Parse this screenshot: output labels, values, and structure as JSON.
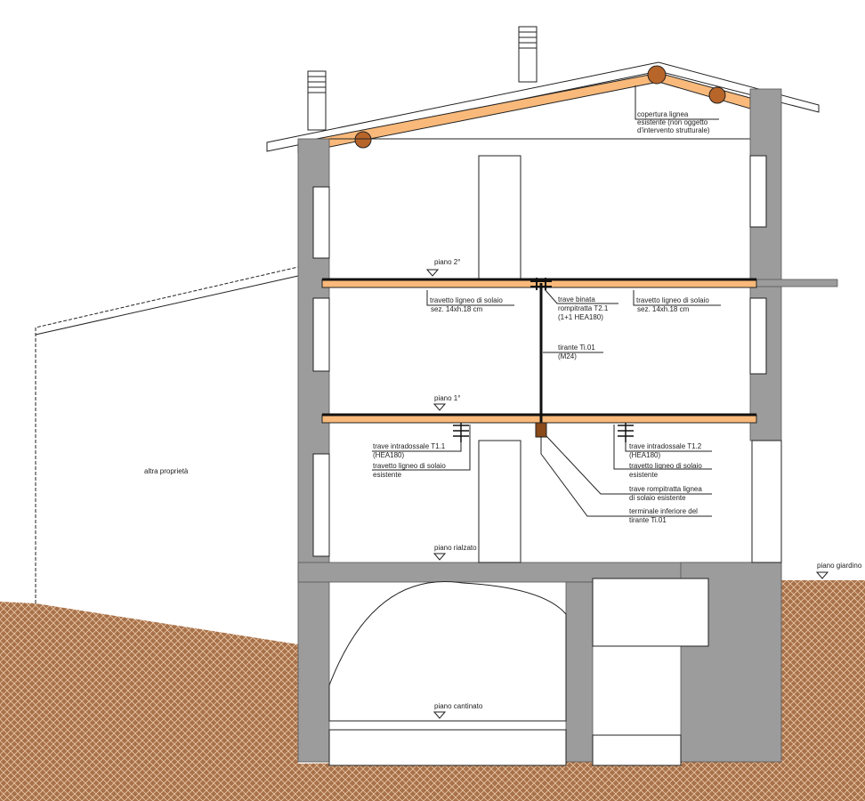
{
  "colors": {
    "wall": "#9c9c9c",
    "timber": "#f9b97a",
    "soil": "#a8714a",
    "log": "#b8652a"
  },
  "labels": {
    "roof": [
      "copertura lignea",
      "esistente (non oggetto",
      "d'intervento strutturale)"
    ],
    "level_2": "piano 2°",
    "level_1": "piano 1°",
    "level_ground": "piano rialzato",
    "level_basement": "piano cantinato",
    "level_garden": "piano giardino",
    "other_property": "altra proprietà",
    "joist_left_2": [
      "travetto ligneo di solaio",
      "sez. 14xh.18 cm"
    ],
    "joist_right_2": [
      "travetto ligneo di solaio",
      "sez. 14xh.18 cm"
    ],
    "twin_beam": [
      "trave binata",
      "rompitratta T2.1",
      "(1+1 HEA180)"
    ],
    "tie_rod": [
      "tirante Ti.01",
      "(M24)"
    ],
    "beam_t11": [
      "trave intradossale T1.1",
      "(HEA180)"
    ],
    "joist_left_1": [
      "travetto ligneo di solaio",
      "esistente"
    ],
    "beam_t12": [
      "trave intradossale T1.2",
      "(HEA180)"
    ],
    "joist_right_1": [
      "travetto ligneo di solaio",
      "esistente"
    ],
    "timber_midbeam": [
      "trave rompitratta lignea",
      "di solaio esistente"
    ],
    "tie_end": [
      "terminale inferiore del",
      "tirante Ti.01"
    ]
  }
}
